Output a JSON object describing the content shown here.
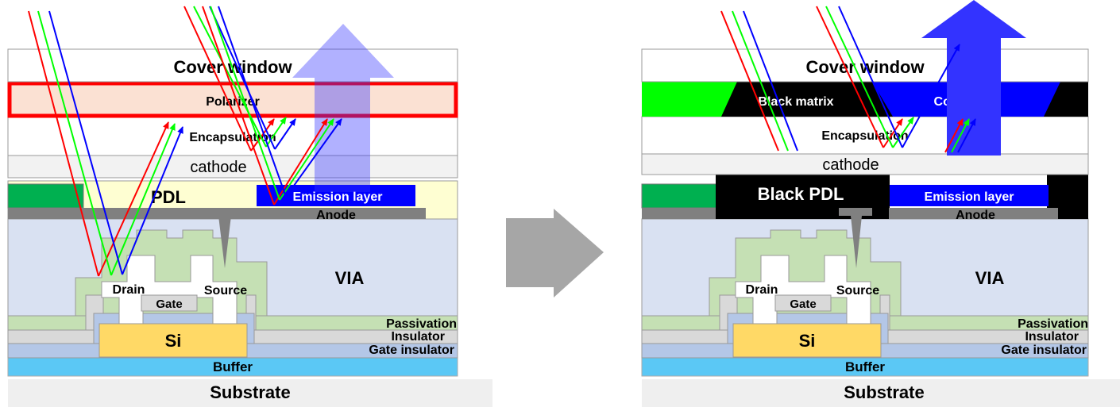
{
  "left_panel": {
    "cover_window": "Cover window",
    "polarizer": "Polarizer",
    "encapsulation": "Encapsulation",
    "cathode": "cathode",
    "pdl": "PDL",
    "emission_layer": "Emission layer",
    "anode": "Anode",
    "via": "VIA",
    "drain": "Drain",
    "source": "Source",
    "gate": "Gate",
    "si": "Si",
    "passivation": "Passivation",
    "insulator": "Insulator",
    "gate_insulator": "Gate insulator",
    "buffer": "Buffer",
    "substrate": "Substrate"
  },
  "right_panel": {
    "cover_window": "Cover window",
    "black_matrix": "Black matrix",
    "color_filter": "Color filter",
    "encapsulation": "Encapsulation",
    "cathode": "cathode",
    "black_pdl": "Black PDL",
    "emission_layer": "Emission layer",
    "anode": "Anode",
    "via": "VIA",
    "drain": "Drain",
    "source": "Source",
    "gate": "Gate",
    "si": "Si",
    "passivation": "Passivation",
    "insulator": "Insulator",
    "gate_insulator": "Gate insulator",
    "buffer": "Buffer",
    "substrate": "Substrate"
  },
  "colors": {
    "cover_window": "#ffffff",
    "polarizer": "#fbe1d3",
    "polarizer_highlight": "#ff0000",
    "cathode": "#f2f2f2",
    "pdl": "#fefed2",
    "emission_blue": "#0000ff",
    "emission_green": "#00b050",
    "anode": "#808080",
    "via": "#d9e1f2",
    "passivation": "#c5e0b4",
    "insulator": "#d9d9d9",
    "gate_insulator": "#b4c7e7",
    "si": "#ffd966",
    "buffer": "#5bc8f5",
    "substrate": "#efefef",
    "black_matrix": "#000000",
    "color_filter_green": "#00ff00",
    "ray_red": "#ff0000",
    "ray_green": "#00ff00",
    "ray_blue": "#0000ff",
    "emission_arrow": "#3333ff"
  },
  "transition_arrow_icon": "right-arrow-icon"
}
